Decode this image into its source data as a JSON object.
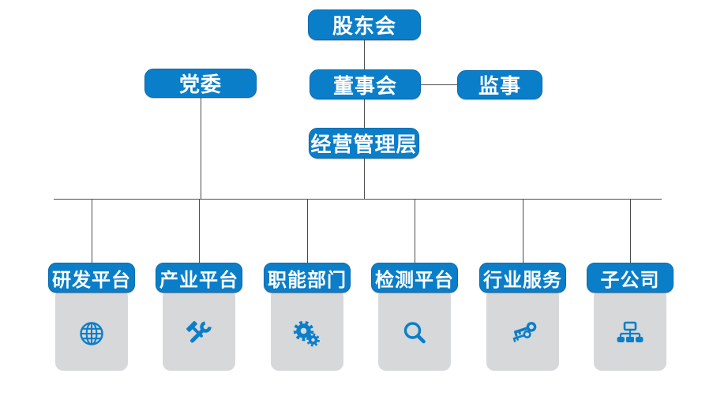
{
  "org": {
    "shareholders": "股东会",
    "party_committee": "党委",
    "board_of_directors": "董事会",
    "supervisor": "监事",
    "management": "经营管理层",
    "departments": [
      {
        "label": "研发平台",
        "icon": "globe-icon"
      },
      {
        "label": "产业平台",
        "icon": "hammer-wrench-icon"
      },
      {
        "label": "职能部门",
        "icon": "gears-icon"
      },
      {
        "label": "检测平台",
        "icon": "magnifier-icon"
      },
      {
        "label": "行业服务",
        "icon": "keys-icon"
      },
      {
        "label": "子公司",
        "icon": "sitemap-icon"
      }
    ],
    "relations": [
      {
        "from": "股东会",
        "to": "董事会"
      },
      {
        "from": "董事会",
        "to": "监事"
      },
      {
        "from": "董事会",
        "to": "经营管理层"
      },
      {
        "from": "党委",
        "to": "下级单位总线"
      },
      {
        "from": "经营管理层",
        "to": "下级单位总线"
      },
      {
        "from": "下级单位总线",
        "to": [
          "研发平台",
          "产业平台",
          "职能部门",
          "检测平台",
          "行业服务",
          "子公司"
        ]
      }
    ]
  },
  "colors": {
    "node_blue": "#0b7ec9",
    "node_border": "#086bb0",
    "card_gray": "#d6d8da",
    "connector_gray": "#4d4d4d",
    "node_text": "#ffffff",
    "background": "#ffffff"
  }
}
